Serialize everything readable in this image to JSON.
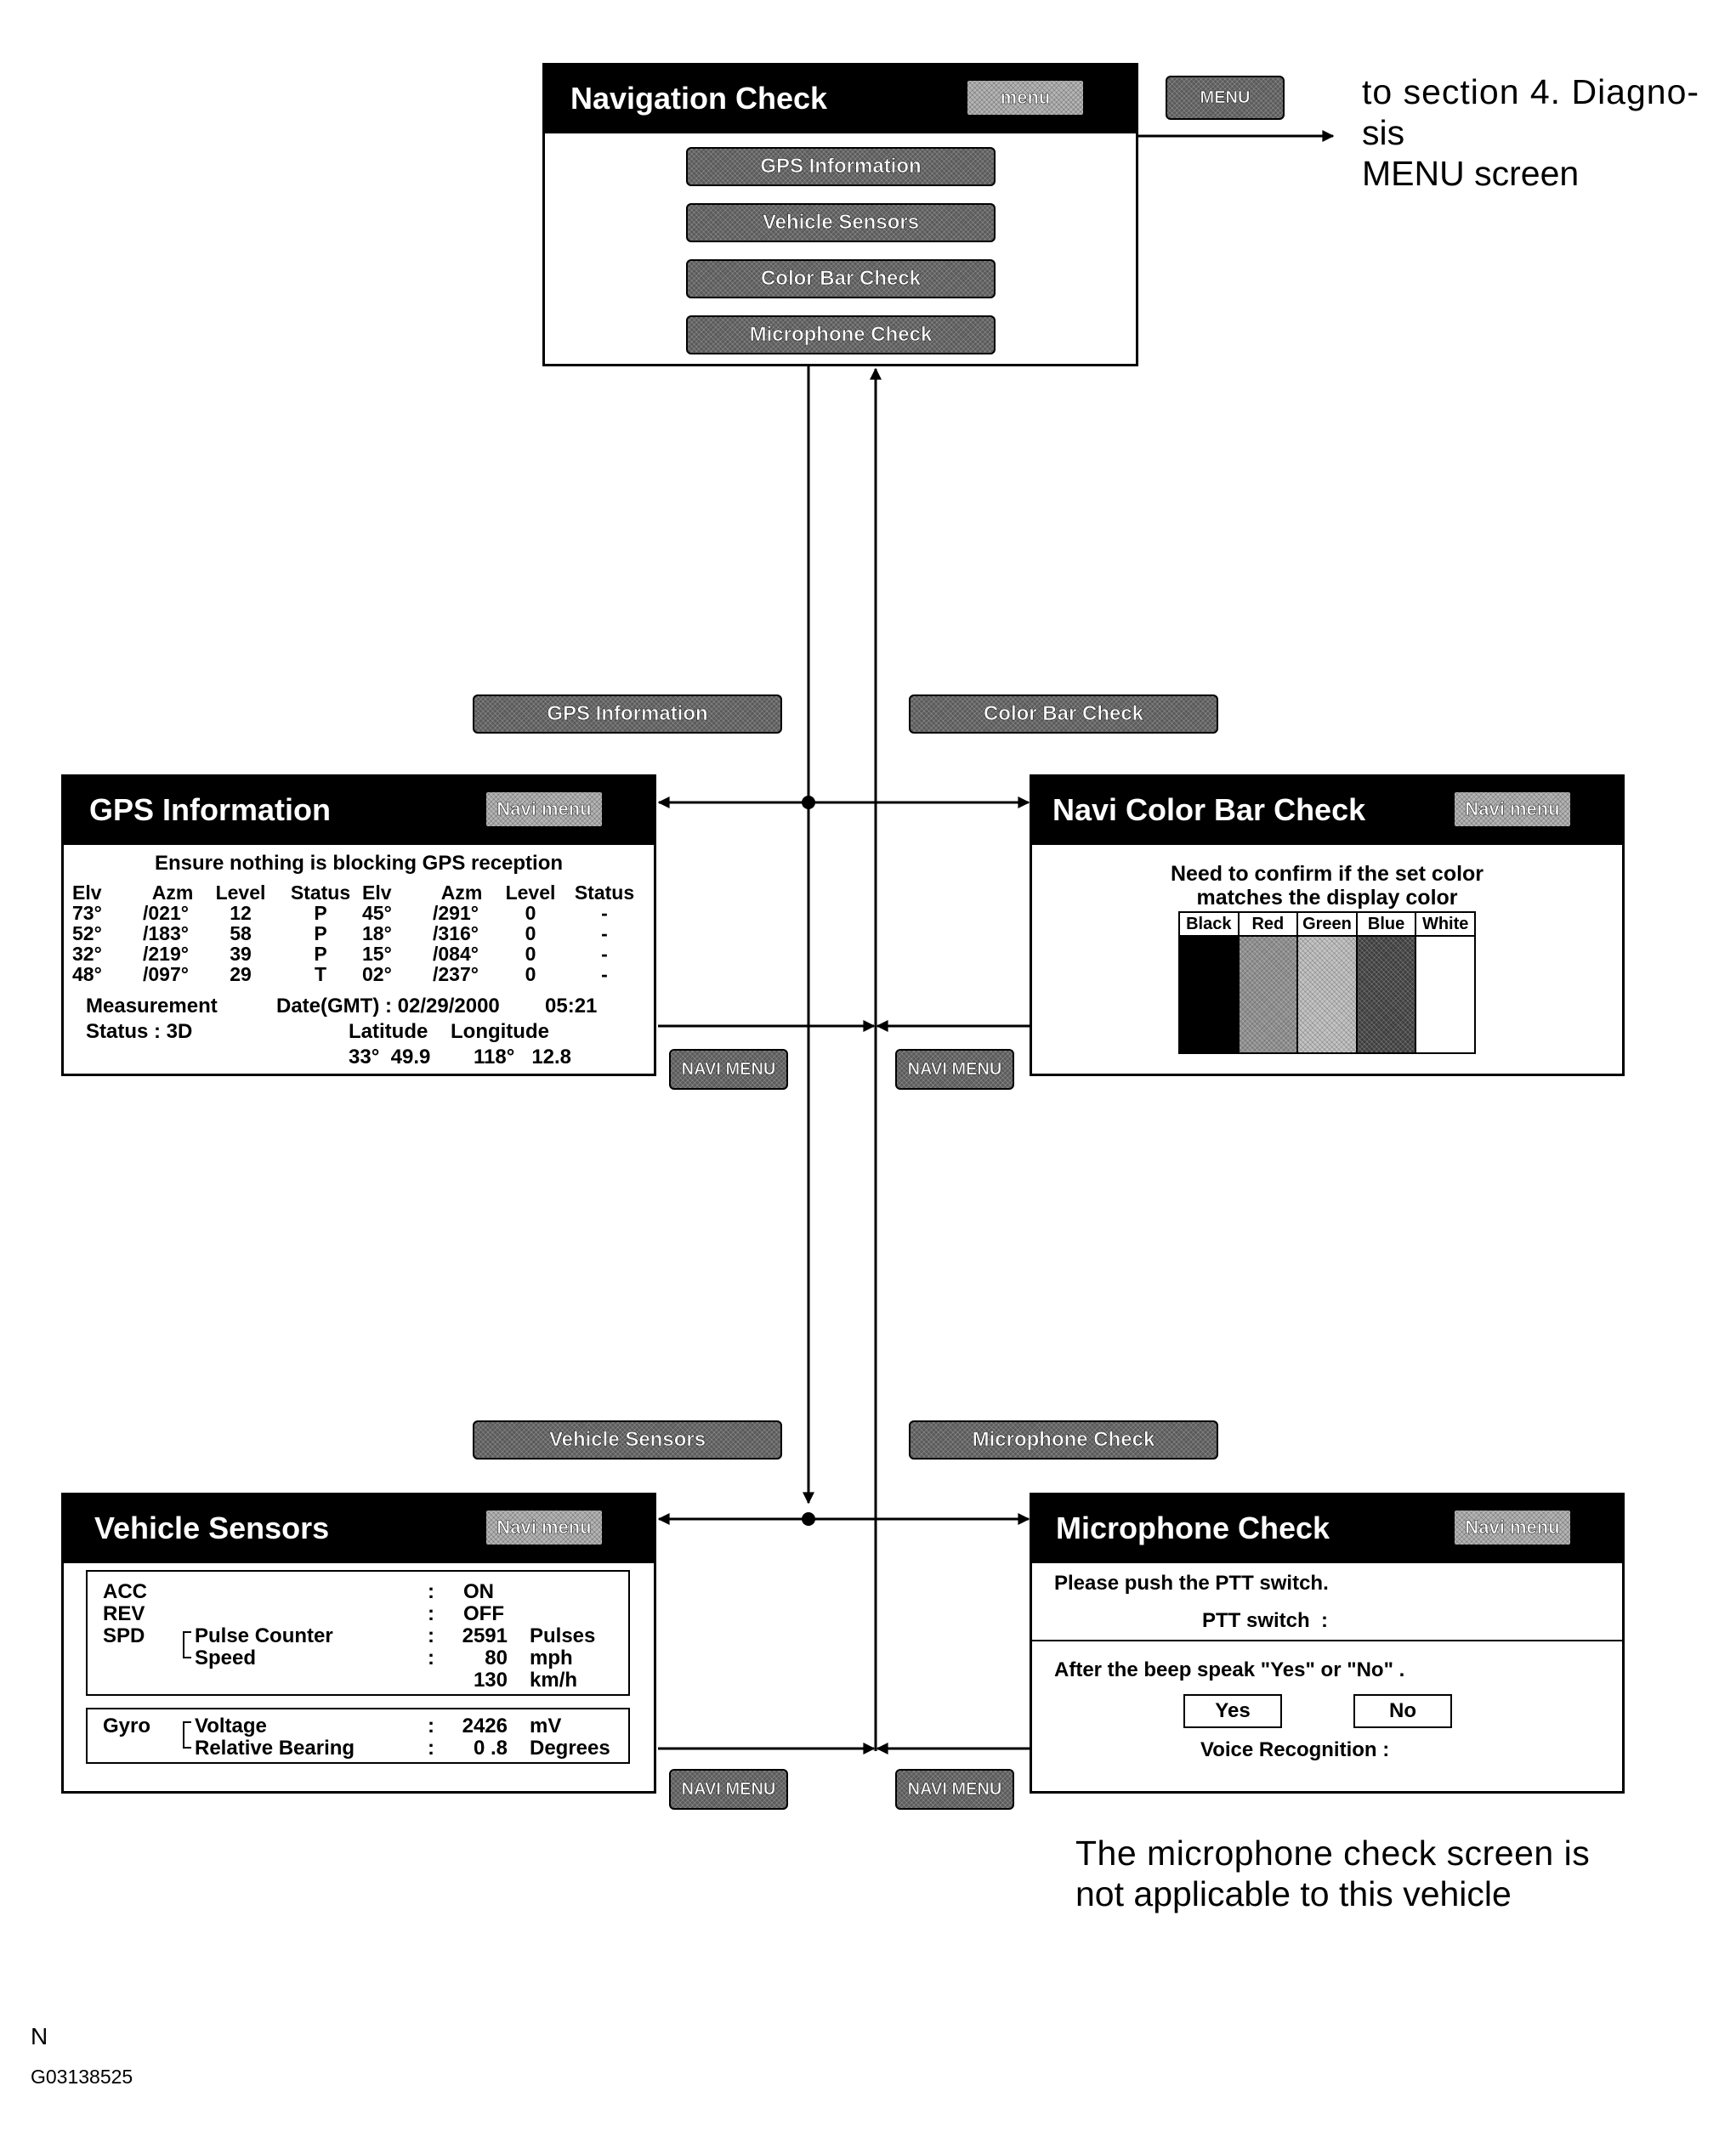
{
  "nav_check": {
    "title": "Navigation Check",
    "menu_button": "menu",
    "buttons": [
      "GPS Information",
      "Vehicle Sensors",
      "Color Bar Check",
      "Microphone Check"
    ]
  },
  "menu_key": "MENU",
  "note_top": {
    "line1": "to section 4. Diagno-",
    "line2": "sis",
    "line3": "MENU screen"
  },
  "key_labels": {
    "gps": "GPS Information",
    "color": "Color  Bar  Check",
    "vehicle": "Vehicle Sensors",
    "microphone": "Microphone Check",
    "navi_menu": "NAVI MENU"
  },
  "gps": {
    "title": "GPS Information",
    "navi_button": "Navi menu",
    "notice": "Ensure nothing is blocking GPS reception",
    "headers": [
      "Elv",
      "Azm",
      "Level",
      "Status",
      "Elv",
      "Azm",
      "Level",
      "Status"
    ],
    "rows": [
      [
        "73°",
        "/021°",
        "12",
        "P",
        "45°",
        "/291°",
        "0",
        "-"
      ],
      [
        "52°",
        "/183°",
        "58",
        "P",
        "18°",
        "/316°",
        "0",
        "-"
      ],
      [
        "32°",
        "/219°",
        "39",
        "P",
        "15°",
        "/084°",
        "0",
        "-"
      ],
      [
        "48°",
        "/097°",
        "29",
        "T",
        "02°",
        "/237°",
        "0",
        "-"
      ]
    ],
    "measurement_label": "Measurement",
    "date_label": "Date(GMT) : 02/29/2000",
    "time": "05:21",
    "status": "Status : 3D",
    "latitude_label": "Latitude",
    "longitude_label": "Longitude",
    "latitude_value": "33°  49.9",
    "longitude_value": "118°   12.8"
  },
  "color_bar": {
    "title": "Navi Color Bar Check",
    "navi_button": "Navi menu",
    "line1": "Need to confirm if the set color",
    "line2": "matches the display color",
    "swatches": [
      {
        "label": "Black",
        "color": "#000000"
      },
      {
        "label": "Red",
        "color": "#9a9a9a"
      },
      {
        "label": "Green",
        "color": "#c9c9c9"
      },
      {
        "label": "Blue",
        "color": "#4e4e4e"
      },
      {
        "label": "White",
        "color": "#ffffff"
      }
    ]
  },
  "vehicle": {
    "title": "Vehicle Sensors",
    "navi_button": "Navi menu",
    "acc": {
      "label": "ACC",
      "sep": ":",
      "value": "ON"
    },
    "rev": {
      "label": "REV",
      "sep": ":",
      "value": "OFF"
    },
    "spd": {
      "label": "SPD",
      "pulse_label": "Pulse Counter",
      "speed_label": "Speed",
      "pulse_value": "2591",
      "pulse_unit": "Pulses",
      "speed_mph": "80",
      "mph_unit": "mph",
      "speed_kmh": "130",
      "kmh_unit": "km/h"
    },
    "gyro": {
      "label": "Gyro",
      "voltage_label": "Voltage",
      "bearing_label": "Relative Bearing",
      "voltage_value": "2426",
      "voltage_unit": "mV",
      "bearing_value": "0 .8",
      "bearing_unit": "Degrees"
    }
  },
  "microphone": {
    "title": "Microphone Check",
    "navi_button": "Navi menu",
    "line1": "Please push the PTT switch.",
    "ptt": "PTT switch  :",
    "instruction": "After the beep speak \"Yes\" or \"No\" .",
    "yes": "Yes",
    "no": "No",
    "voice": "Voice Recognition :"
  },
  "note_bottom": {
    "line1": "The microphone check screen is",
    "line2": "not applicable to this vehicle"
  },
  "footer": {
    "letter": "N",
    "code": "G03138525"
  }
}
